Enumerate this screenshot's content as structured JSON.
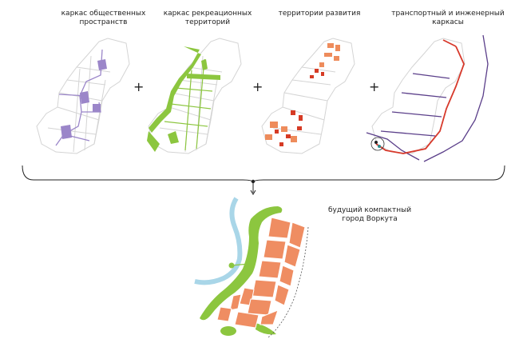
{
  "panels": [
    {
      "label": "каркас общественных\nпространств",
      "accent": "#9b86c9"
    },
    {
      "label": "каркас рекреационных\nтерриторий",
      "accent": "#8cc63f"
    },
    {
      "label": "территории развития",
      "accent": "#e8533a"
    },
    {
      "label": "транспортный и инженерный\nкаркасы",
      "accent": "#d7392b"
    }
  ],
  "plus_sign": "+",
  "result_label": "будущий компактный\nгород Воркута",
  "colors": {
    "outline": "#d4d4d4",
    "public": "#9b86c9",
    "green": "#8cc63f",
    "dev_orange": "#ee8c5c",
    "dev_red": "#d63b25",
    "transport_red": "#d7392b",
    "transport_purple": "#5b3f8a",
    "river": "#a9d6e8",
    "block": "#ef8d62"
  }
}
